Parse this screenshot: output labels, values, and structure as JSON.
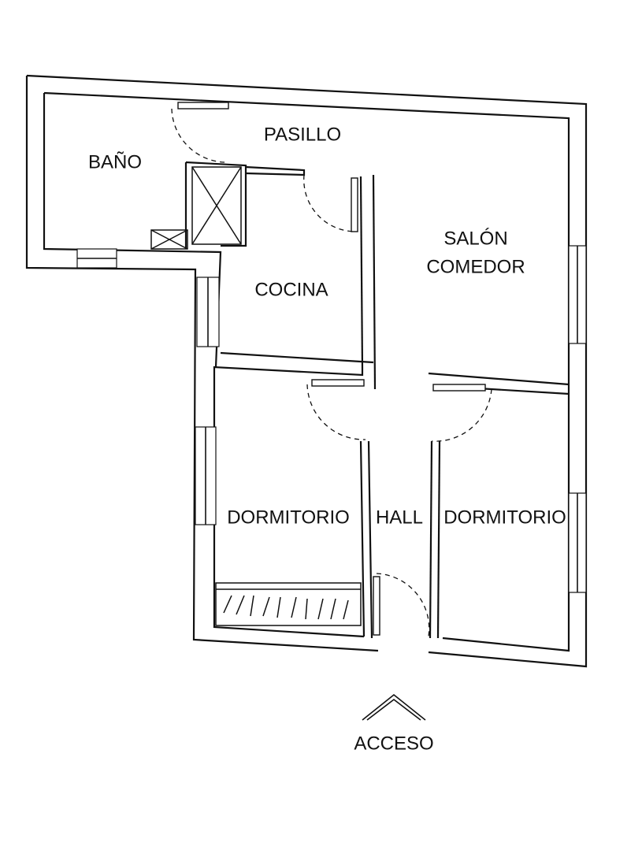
{
  "rooms": {
    "bano": "BAÑO",
    "pasillo": "PASILLO",
    "salon_line1": "SALÓN",
    "salon_line2": "COMEDOR",
    "cocina": "COCINA",
    "dormitorio_left": "DORMITORIO",
    "hall": "HALL",
    "dormitorio_right": "DORMITORIO"
  },
  "access": {
    "label": "ACCESO"
  }
}
